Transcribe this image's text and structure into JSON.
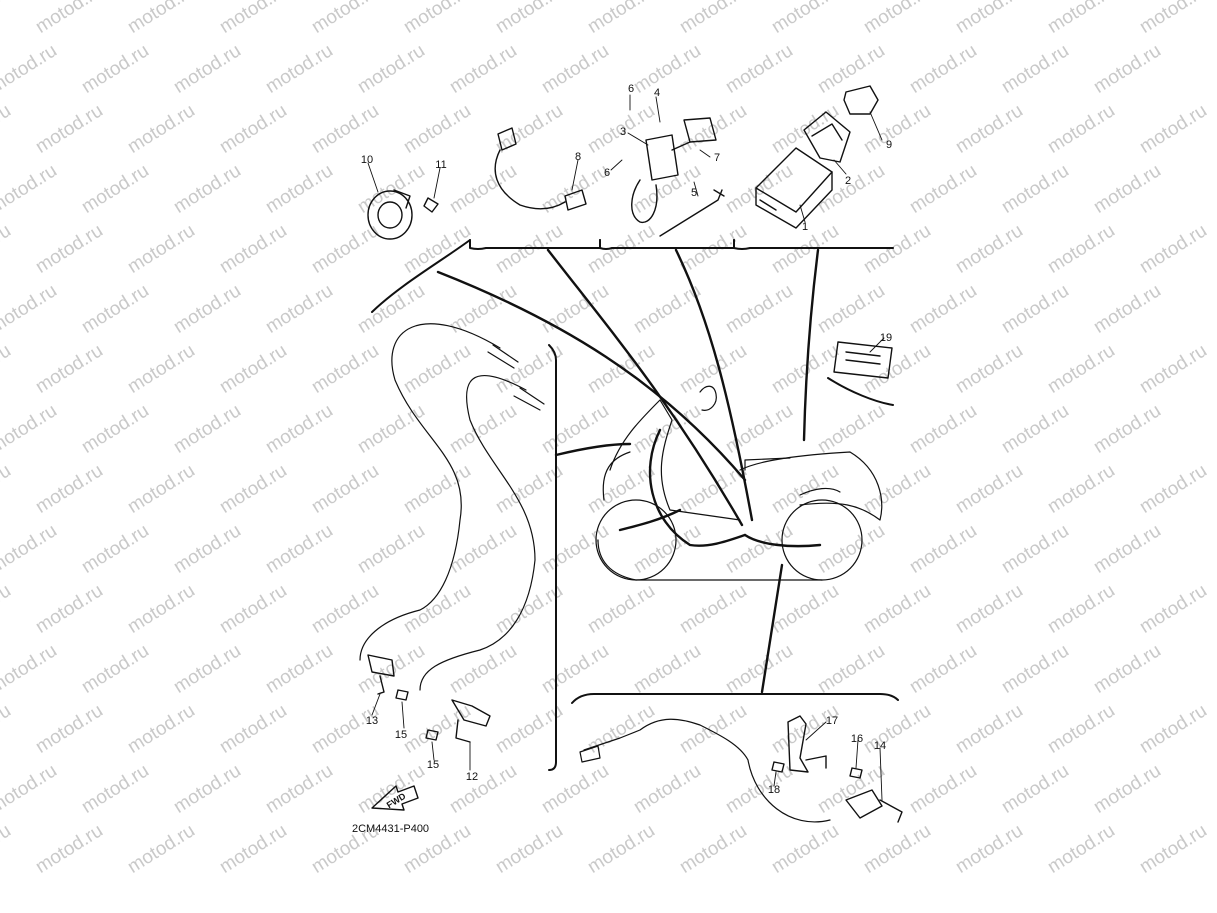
{
  "watermark_text": "motod.ru",
  "drawing_code": "2CM4431-P400",
  "fwd_label": "FWD",
  "callouts": {
    "c1": "1",
    "c2": "2",
    "c3": "3",
    "c4": "4",
    "c5": "5",
    "c6a": "6",
    "c6b": "6",
    "c7": "7",
    "c8": "8",
    "c9": "9",
    "c10": "10",
    "c11": "11",
    "c12": "12",
    "c13": "13",
    "c14": "14",
    "c15a": "15",
    "c15b": "15",
    "c16": "16",
    "c17": "17",
    "c18": "18",
    "c19": "19"
  },
  "colors": {
    "line": "#111111",
    "watermark": "#c9c9c9",
    "background": "#ffffff"
  }
}
